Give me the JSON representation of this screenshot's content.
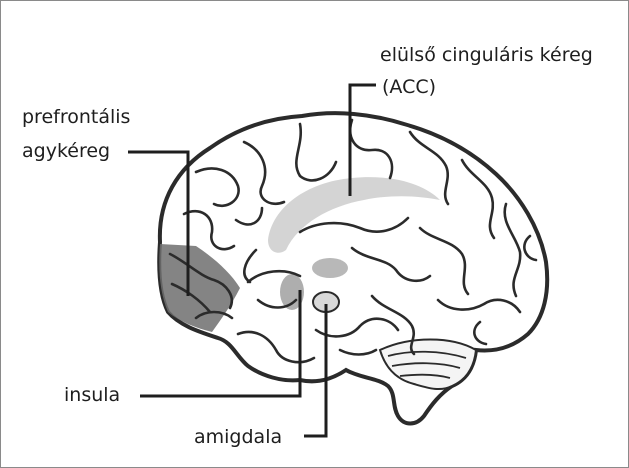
{
  "labels": {
    "acc_line1": "elülső cinguláris kéreg",
    "acc_line2": "(ACC)",
    "pfc_line1": "prefrontális",
    "pfc_line2": "agykéreg",
    "insula": "insula",
    "amygdala": "amigdala"
  },
  "colors": {
    "outline": "#2b2b2b",
    "brain_fill": "#ffffff",
    "highlight_dark": "#6e6e6e",
    "highlight_light": "#cfcfcf",
    "leader_line": "#1e1e1e"
  }
}
